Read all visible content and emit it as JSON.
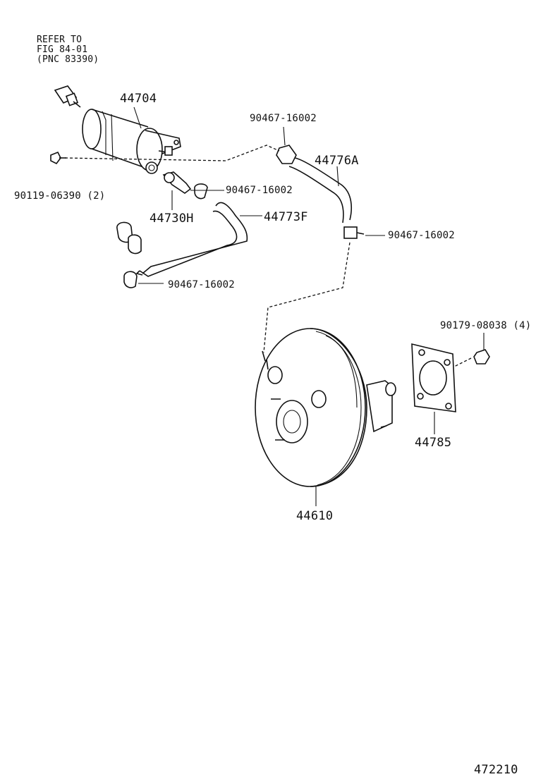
{
  "reference": {
    "line1": "REFER TO",
    "line2": "FIG 84-01",
    "line3": "(PNC 83390)"
  },
  "parts": {
    "p44704": "44704",
    "p90119": "90119-06390 (2)",
    "p90467_a": "90467-16002",
    "p44776A": "44776A",
    "p90467_b": "90467-16002",
    "p44730H": "44730H",
    "p44773F": "44773F",
    "p90467_c": "90467-16002",
    "p90467_d": "90467-16002",
    "p90179": "90179-08038 (4)",
    "p44785": "44785",
    "p44610": "44610"
  },
  "illustration_number": "472210"
}
